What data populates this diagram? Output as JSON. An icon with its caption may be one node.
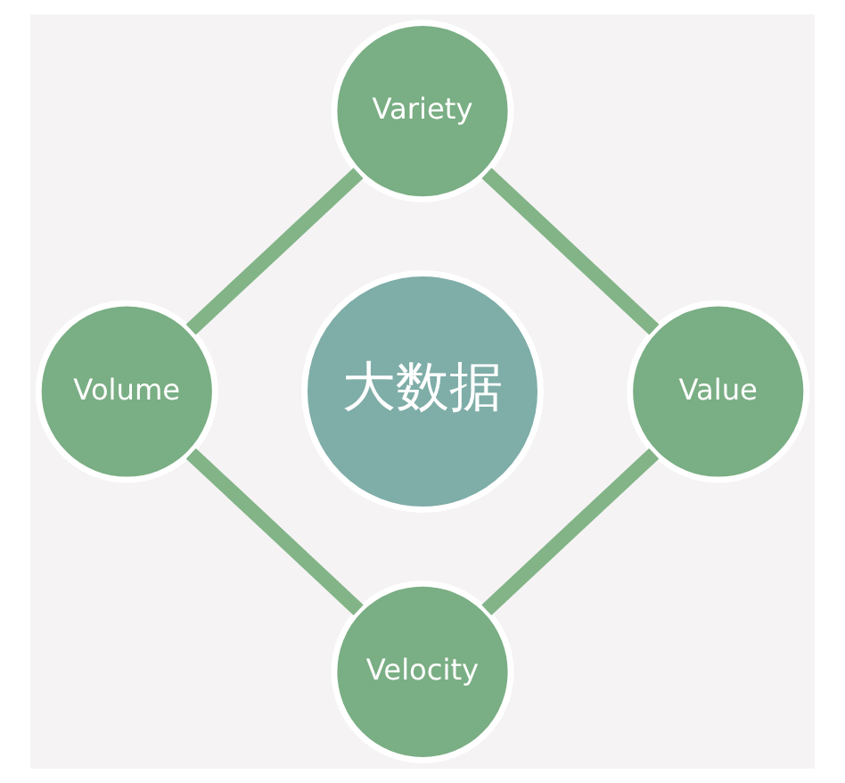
{
  "diagram": {
    "nodes": [
      {
        "text": [
          "Variety"
        ]
      },
      {
        "text": [
          "Volume"
        ]
      },
      {
        "text": [
          "大数据"
        ]
      },
      {
        "text": [
          "Value"
        ]
      },
      {
        "text": [
          "Velocity"
        ]
      }
    ],
    "edges": [
      {
        "from": 0,
        "to": 3,
        "arrow": "none"
      },
      {
        "from": 3,
        "to": 4,
        "arrow": "none"
      },
      {
        "from": 4,
        "to": 1,
        "arrow": "none"
      },
      {
        "from": 1,
        "to": 0,
        "arrow": "none"
      }
    ]
  }
}
